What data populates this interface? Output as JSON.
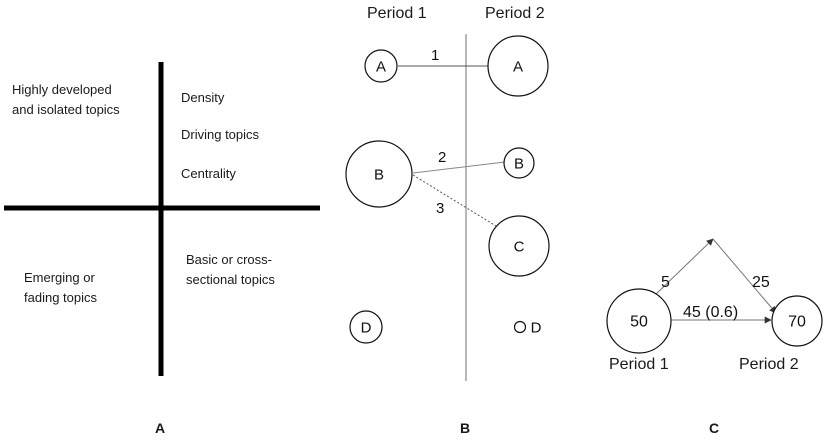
{
  "panel_a": {
    "label": "A",
    "quadrant_top_left": [
      "Highly developed",
      "and isolated topics"
    ],
    "axis_density": "Density",
    "quadrant_top_right": "Driving topics",
    "axis_centrality": "Centrality",
    "quadrant_bottom_right": [
      "Basic or cross-",
      "sectional topics"
    ],
    "quadrant_bottom_left": [
      "Emerging or",
      "fading topics"
    ]
  },
  "panel_b": {
    "label": "B",
    "period1": "Period 1",
    "period2": "Period 2",
    "nodes": {
      "a1": "A",
      "a2": "A",
      "b1": "B",
      "b2": "B",
      "c2": "C",
      "d1": "D",
      "d2": "D"
    },
    "edges": {
      "e1": "1",
      "e2": "2",
      "e3": "3"
    }
  },
  "panel_c": {
    "label": "C",
    "node_p1": "50",
    "node_p2": "70",
    "edge_up": "5",
    "edge_down": "25",
    "edge_direct": "45 (0.6)",
    "period1": "Period 1",
    "period2": "Period 2"
  }
}
